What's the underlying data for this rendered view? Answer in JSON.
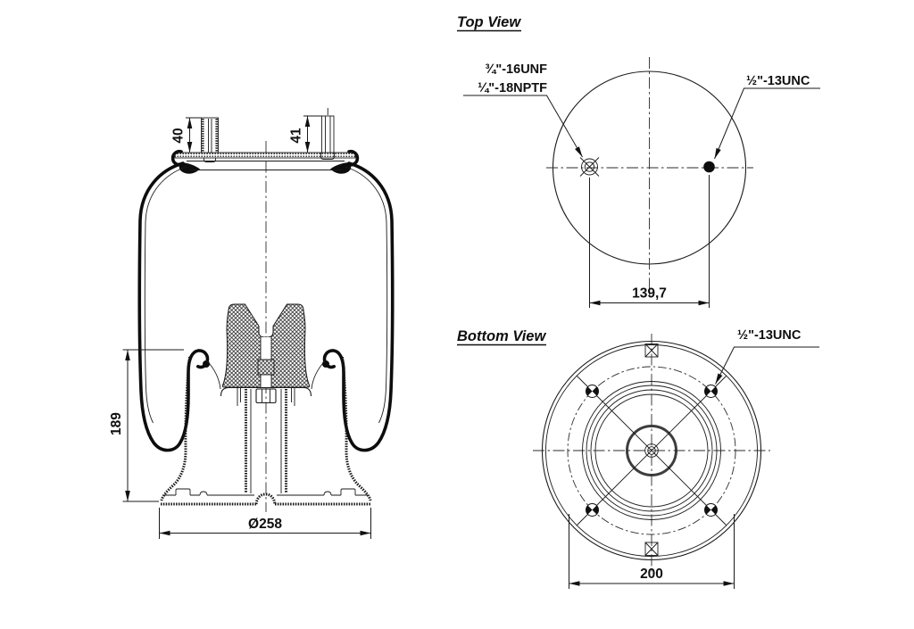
{
  "side_view": {
    "dim_air_fitting_height": "40",
    "dim_stud_height": "41",
    "dim_piston_height": "189",
    "dim_base_diameter": "Ø258"
  },
  "top_view": {
    "title": "Top View",
    "air_fitting_thread_line1": "¾\"-16UNF",
    "air_fitting_thread_line2": "¼\"-18NPTF",
    "stud_thread": "½\"-13UNC",
    "dim_stud_spacing": "139,7"
  },
  "bottom_view": {
    "title": "Bottom View",
    "bolt_thread": "½\"-13UNC",
    "dim_bolt_spacing": "200"
  }
}
